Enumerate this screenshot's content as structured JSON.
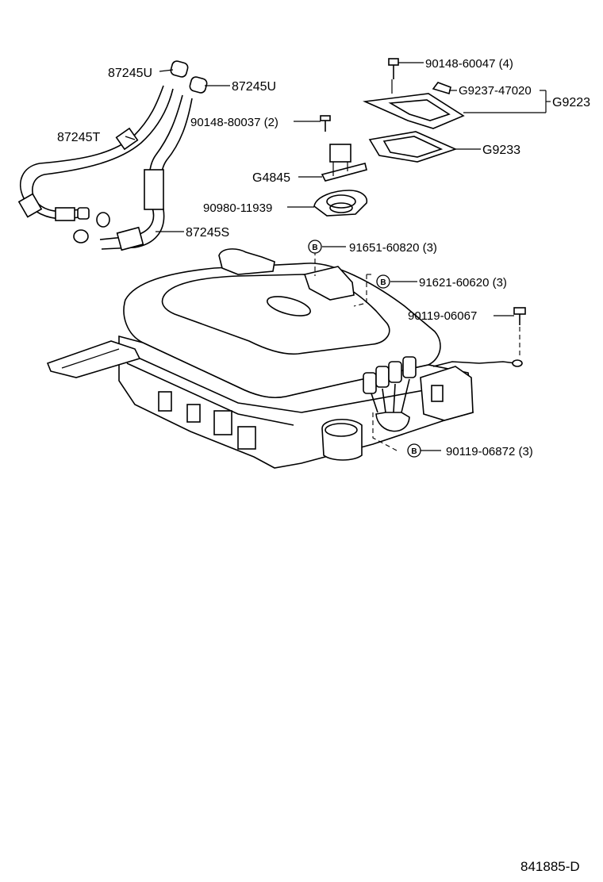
{
  "labels": {
    "p87245U_left": "87245U",
    "p87245U_right": "87245U",
    "p87245T": "87245T",
    "p87245S": "87245S",
    "p90148_80037": "90148-80037 (2)",
    "pG4845": "G4845",
    "p90980_11939": "90980-11939",
    "p90148_60047": "90148-60047 (4)",
    "pG9237_47020": "G9237-47020",
    "pG9223": "G9223",
    "pG9233": "G9233",
    "p91651_60820": "91651-60820 (3)",
    "p91621_60620": "91621-60620 (3)",
    "p90119_06067": "90119-06067",
    "p90119_06872": "90119-06872 (3)"
  },
  "badge_letter": "B",
  "diagram_code": "841885-D"
}
